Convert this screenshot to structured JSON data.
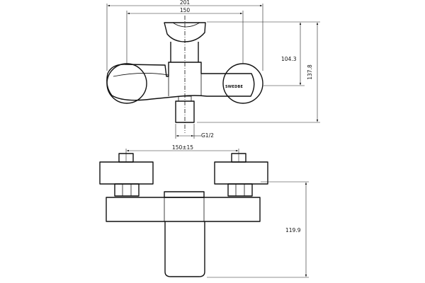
{
  "top_view": {
    "dim_overall_width": "201",
    "dim_inlet_spacing": "150",
    "dim_body_height": "104.3",
    "dim_total_height": "137.8",
    "dim_thread": "G1/2",
    "brand": "SWEDBE"
  },
  "front_view": {
    "dim_inlet_spacing": "150±15",
    "dim_height": "119.9"
  }
}
